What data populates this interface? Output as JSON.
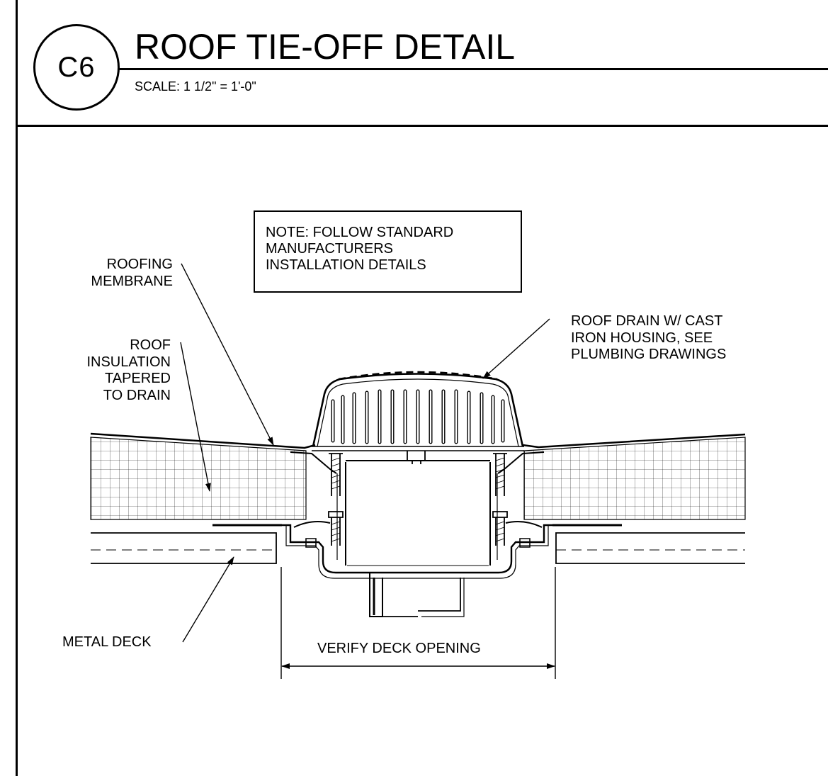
{
  "header": {
    "detail_id": "C6",
    "title": "ROOF TIE-OFF DETAIL",
    "scale": "SCALE:  1 1/2\" = 1'-0\""
  },
  "note": {
    "lines": [
      "NOTE: FOLLOW STANDARD",
      "MANUFACTURERS",
      "INSTALLATION DETAILS"
    ]
  },
  "callouts": {
    "roofing_membrane": [
      "ROOFING",
      "MEMBRANE"
    ],
    "roof_insulation": [
      "ROOF",
      "INSULATION",
      "TAPERED",
      "TO DRAIN"
    ],
    "roof_drain": [
      "ROOF DRAIN W/ CAST",
      "IRON HOUSING, SEE",
      "PLUMBING DRAWINGS"
    ],
    "metal_deck": [
      "METAL DECK"
    ],
    "deck_opening": "VERIFY DECK OPENING"
  }
}
